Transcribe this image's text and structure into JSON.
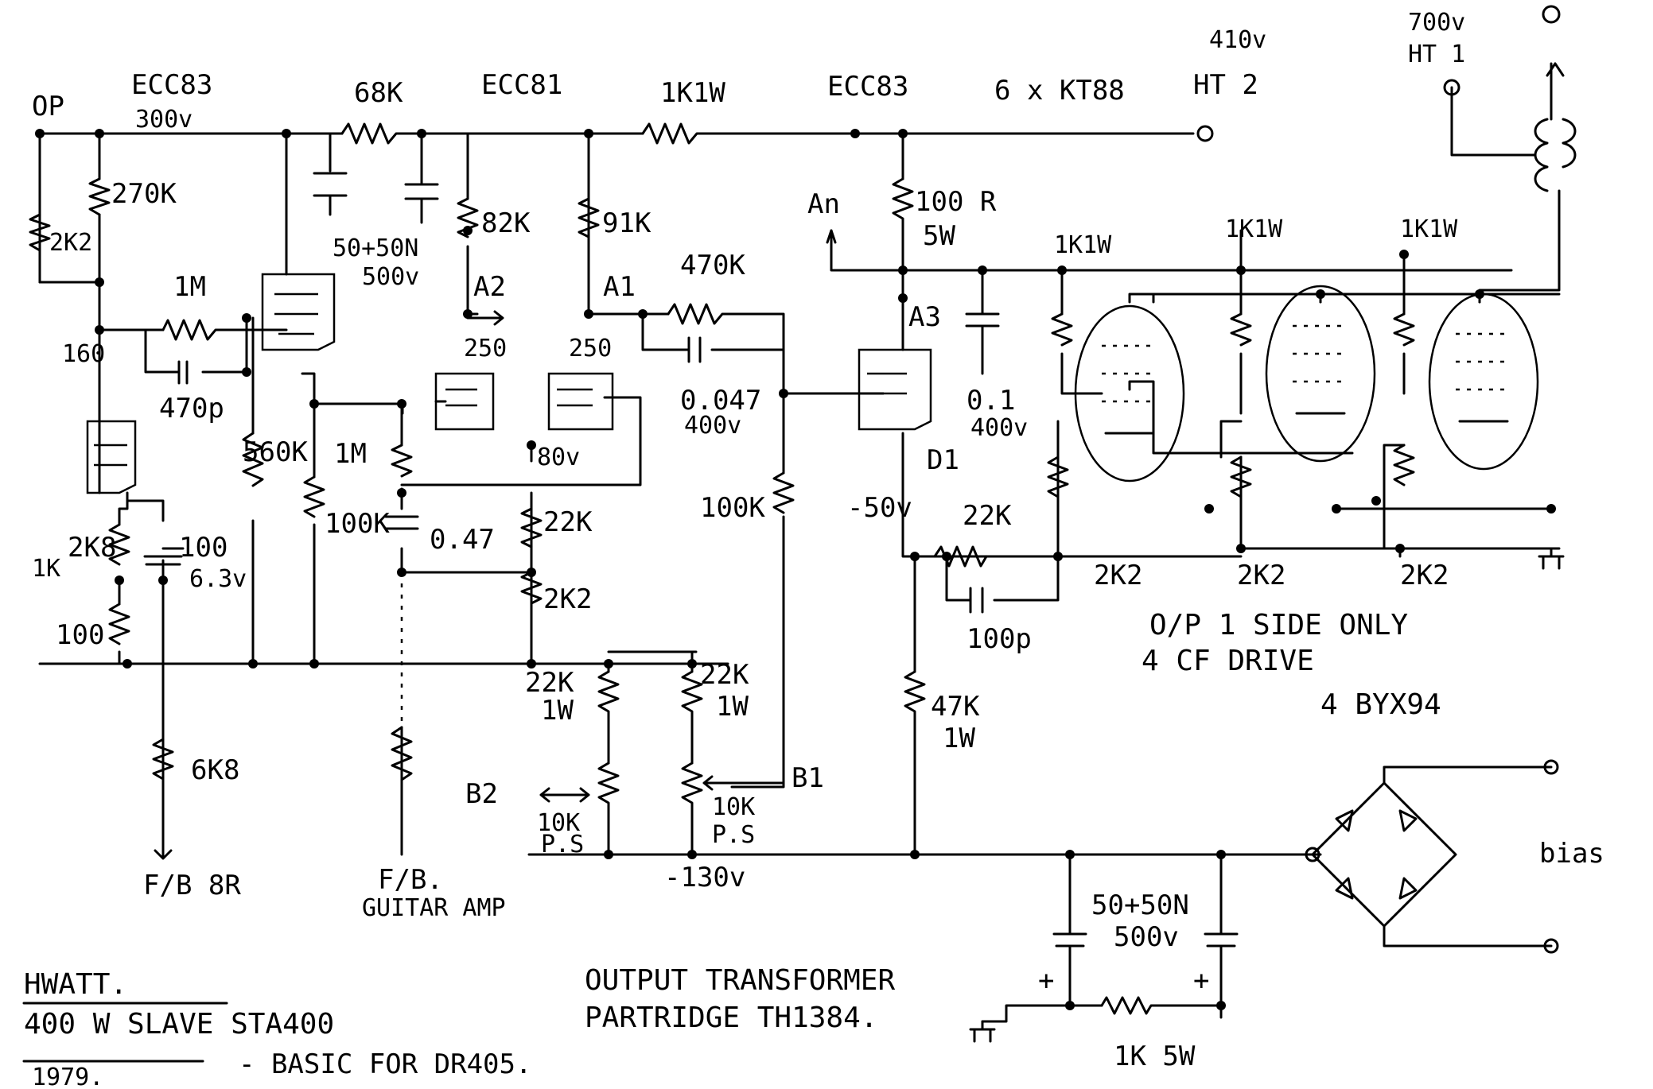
{
  "labels": {
    "op": "OP",
    "ecc83_a": "ECC83",
    "v300": "300v",
    "r68k": "68K",
    "ecc81": "ECC81",
    "r1k1w_a": "1K1W",
    "ecc83_b": "ECC83",
    "kt88": "6 x KT88",
    "v410": "410v",
    "ht2": "HT 2",
    "v700": "700v",
    "ht1": "HT 1",
    "r270k": "270K",
    "r2k2_a": "2K2",
    "r1m_a": "1M",
    "c50_50_a": "50+50N",
    "c500v_a": "500v",
    "r82k": "82K",
    "r91k": "91K",
    "a2": "A2",
    "a1": "A1",
    "r470k": "470K",
    "an": "An",
    "r100r5w": "100 R",
    "w5": "5W",
    "r1k1w_b": "1K1W",
    "r1k1w_c": "1K1W",
    "r1k1w_d": "1K1W",
    "v160": "160",
    "c470p": "470p",
    "v250": "250",
    "v250b": "250",
    "c0047": "0.047",
    "v400a": "400v",
    "a3": "A3",
    "c01": "0.1",
    "v400b": "400v",
    "r560k": "560K",
    "r1m_b": "1M",
    "v80": "80v",
    "d1": "D1",
    "r100k_a": "100K",
    "r100k_b": "100K",
    "c047": "0.47",
    "r22k_a": "22K",
    "vm50": "-50v",
    "r22k_b": "22K",
    "r2k8": "2K8",
    "c100": "100",
    "v63": "6.3v",
    "r1k_left": "1K",
    "r2k2_b": "2K2",
    "r2k2_c": "2K2",
    "r2k2_d": "2K2",
    "r2k2_e": "2K2",
    "c100p": "100p",
    "r100": "100",
    "op_note1": "O/P 1 SIDE ONLY",
    "op_note2": "4 CF DRIVE",
    "r22k1w_a": "22K",
    "w1_a": "1W",
    "r22k1w_b": "22K",
    "w1_b": "1W",
    "r47k": "47K",
    "w1_c": "1W",
    "byx": "4 BYX94",
    "r6k8": "6K8",
    "b2": "B2",
    "b1": "B1",
    "r10k_a": "10K",
    "ps_a": "P.S",
    "r10k_b": "10K",
    "ps_b": "P.S",
    "bias": "bias",
    "fb8r": "F/B 8R",
    "fb_guitar1": "F/B.",
    "fb_guitar2": "GUITAR AMP",
    "vm130": "-130v",
    "c50_50_b": "50+50N",
    "c500v_b": "500v",
    "plus_a": "+",
    "plus_b": "+",
    "r1k5w": "1K 5W",
    "title1": "HWATT.",
    "title2": "400 W SLAVE   STA400",
    "year": "1979.",
    "basic": "- BASIC FOR DR405.",
    "ot1": "OUTPUT TRANSFORMER",
    "ot2": "PARTRIDGE TH1384."
  }
}
